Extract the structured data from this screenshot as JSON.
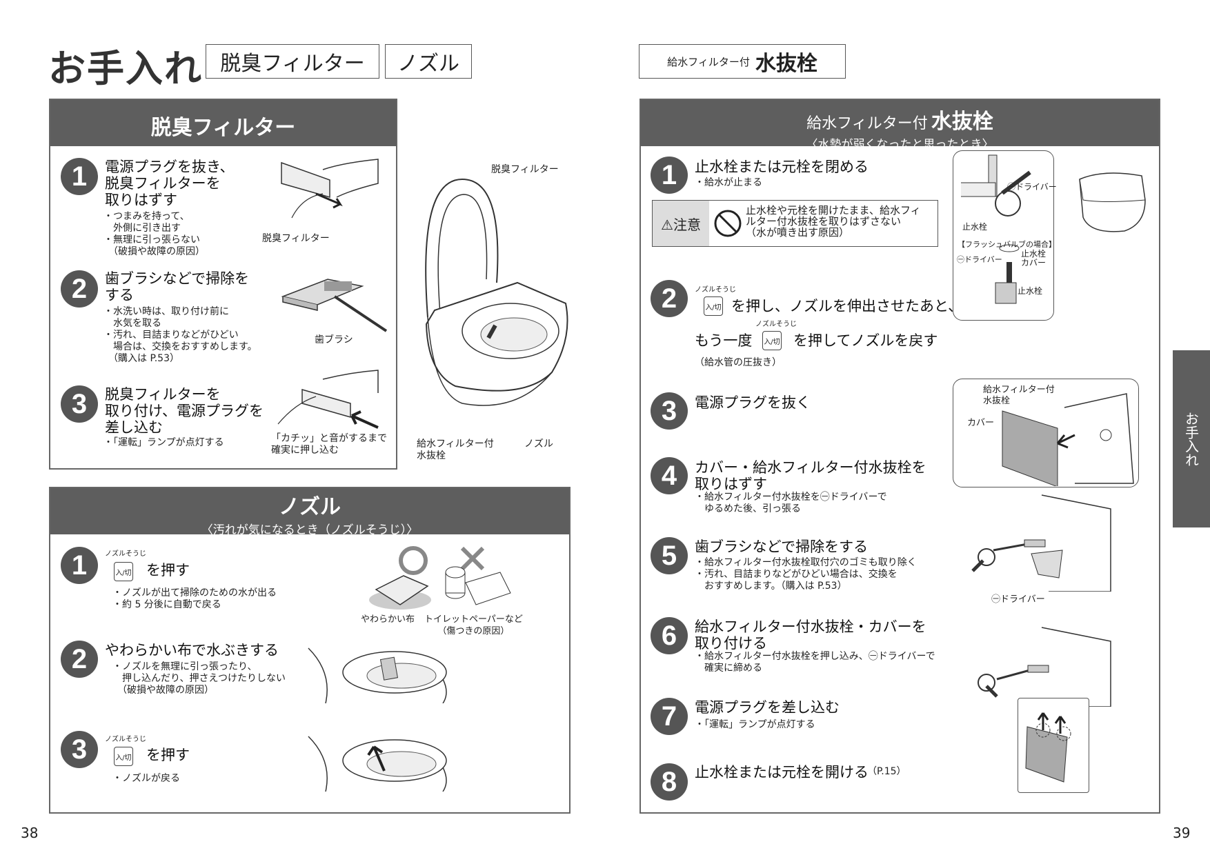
{
  "header": {
    "title": "お手入れ",
    "tag_filter": "脱臭フィルター",
    "tag_nozzle": "ノズル",
    "tag_valve_small": "給水フィルター付",
    "tag_valve_big": "水抜栓"
  },
  "filter": {
    "heading": "脱臭フィルター",
    "steps": [
      {
        "num": "1",
        "title": "電源プラグを抜き、\n脱臭フィルターを\n取りはずす",
        "notes": "・つまみを持って、\n　外側に引き出す\n・無理に引っ張らない\n　（破損や故障の原因）",
        "caption": "脱臭フィルター"
      },
      {
        "num": "2",
        "title": "歯ブラシなどで掃除を\nする",
        "notes": "・水洗い時は、取り付け前に\n　水気を取る\n・汚れ、目詰まりなどがひどい\n　場合は、交換をおすすめします。\n　（購入は P.53）",
        "caption": "歯ブラシ"
      },
      {
        "num": "3",
        "title": "脱臭フィルターを\n取り付け、電源プラグを\n差し込む",
        "notes": "・「運転」ランプが点灯する",
        "caption": "「カチッ」と音がするまで\n確実に押し込む"
      }
    ],
    "toilet_labels": {
      "filter": "脱臭フィルター",
      "valve": "給水フィルター付\n水抜栓",
      "nozzle": "ノズル"
    }
  },
  "nozzle": {
    "heading": "ノズル",
    "subheading": "〈汚れが気になるとき（ノズルそうじ）〉",
    "button_caption": "ノズルそうじ",
    "button_label": "入/切",
    "steps": [
      {
        "num": "1",
        "title": "を押す",
        "notes": "・ノズルが出て掃除のための水が出る\n・約 5 分後に自動で戻る"
      },
      {
        "num": "2",
        "title": "やわらかい布で水ぶきする",
        "notes": "・ノズルを無理に引っ張ったり、\n　押し込んだり、押さえつけたりしない\n　（破損や故障の原因）"
      },
      {
        "num": "3",
        "title": "を押す",
        "notes": "・ノズルが戻る"
      }
    ],
    "ok_label": "やわらかい布",
    "ng_label": "トイレットペーパーなど\n（傷つきの原因）"
  },
  "valve": {
    "heading_small": "給水フィルター付",
    "heading_big": "水抜栓",
    "subheading": "〈水勢が弱くなったと思ったとき〉",
    "steps": [
      {
        "num": "1",
        "title": "止水栓または元栓を閉める",
        "notes": "・給水が止まる"
      },
      {
        "num": "2",
        "title_a": "を押し、ノズルを伸出させたあと、",
        "title_b_pre": "もう一度",
        "title_b_post": "を押してノズルを戻す",
        "notes": "（給水管の圧抜き）"
      },
      {
        "num": "3",
        "title": "電源プラグを抜く",
        "notes": ""
      },
      {
        "num": "4",
        "title": "カバー・給水フィルター付水抜栓を\n取りはずす",
        "notes": "・給水フィルター付水抜栓を㊀ドライバーで\n　ゆるめた後、引っ張る"
      },
      {
        "num": "5",
        "title": "歯ブラシなどで掃除をする",
        "notes": "・給水フィルター付水抜栓取付穴のゴミも取り除く\n・汚れ、目詰まりなどがひどい場合は、交換を\n　おすすめします。（購入は P.53）"
      },
      {
        "num": "6",
        "title": "給水フィルター付水抜栓・カバーを\n取り付ける",
        "notes": "・給水フィルター付水抜栓を押し込み、㊀ドライバーで\n　確実に締める"
      },
      {
        "num": "7",
        "title": "電源プラグを差し込む",
        "notes": "・「運転」ランプが点灯する"
      },
      {
        "num": "8",
        "title": "止水栓または元栓を開ける",
        "ref": "（P.15）"
      }
    ],
    "caution_label": "⚠注意",
    "caution_text": "止水栓や元栓を開けたまま、給水フィ\nルター付水抜栓を取りはずさない\n（水が噴き出す原因）",
    "ill_labels": {
      "driver": "㊀ドライバー",
      "stopcock": "止水栓",
      "flush_valve": "【フラッシュバルブの場合】",
      "driver2": "㊀ドライバー",
      "stopcock_cover": "止水栓\nカバー",
      "stopcock2": "止水栓",
      "valve_label": "給水フィルター付\n水抜栓",
      "cover": "カバー",
      "driver3": "㊀ドライバー"
    }
  },
  "side_tab": "お手入れ",
  "page_left": "38",
  "page_right": "39"
}
